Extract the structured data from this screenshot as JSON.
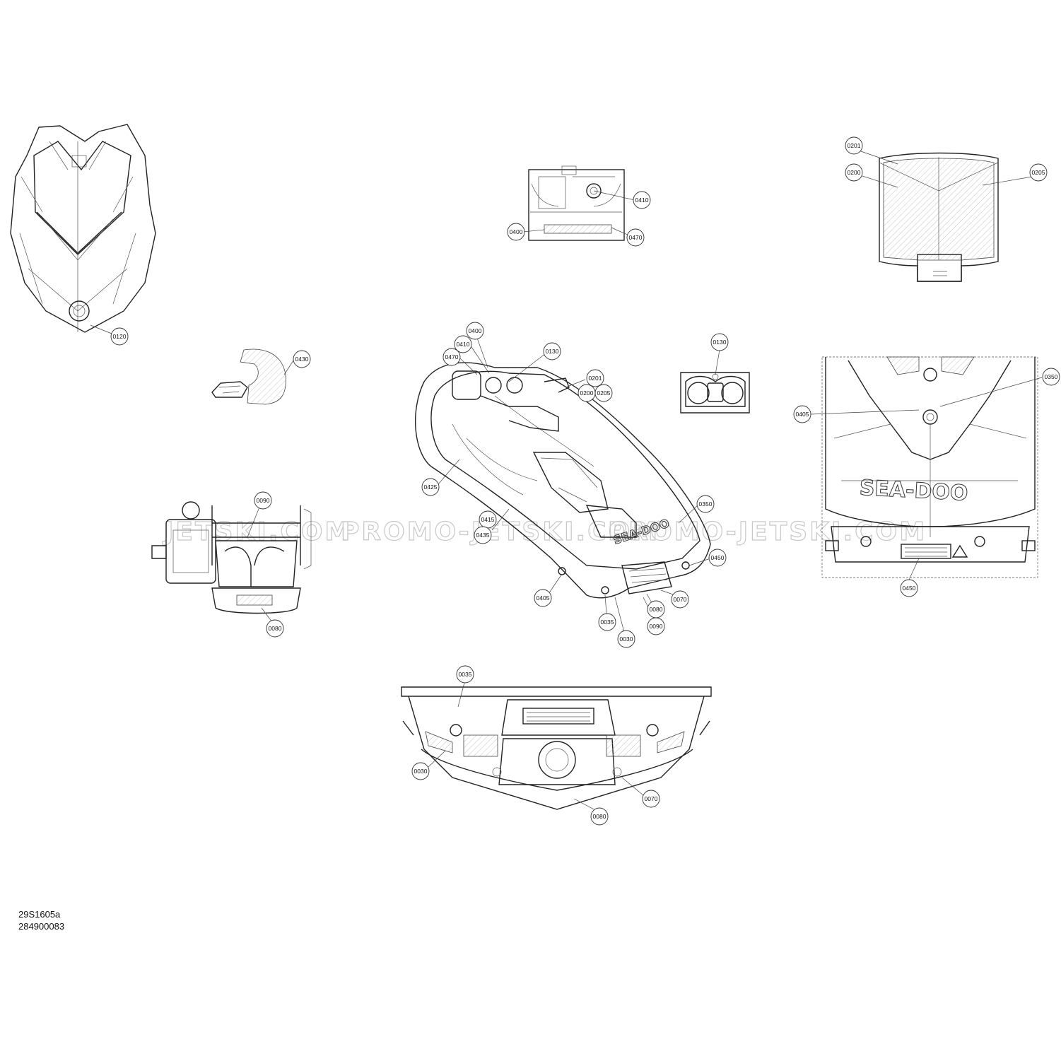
{
  "diagram": {
    "references": {
      "drawing_code": "29S1605a",
      "part_number": "284900083"
    },
    "watermark": {
      "left": "JETSKI.COM",
      "center": "PROMO-JETSKI.COM",
      "right": "PROMO-JETSKI.COM"
    },
    "hull_brand": "SEA-DOO",
    "callouts": {
      "hood_top": [
        "0120"
      ],
      "handle_part": [
        "0430"
      ],
      "pump_rear": [
        "0090",
        "0080"
      ],
      "storage_top": [
        "0410",
        "0400",
        "0470"
      ],
      "main_craft": [
        "0400",
        "0410",
        "0470",
        "0130",
        "0201",
        "0200",
        "0205",
        "0425",
        "0350",
        "0415",
        "0435",
        "0450",
        "0405",
        "0070",
        "0080",
        "0035",
        "0090",
        "0030"
      ],
      "gauge": [
        "0130"
      ],
      "seat_top": [
        "0201",
        "0200",
        "0205"
      ],
      "rear_deck": [
        "0350",
        "0405",
        "0450"
      ],
      "stern": [
        "0035",
        "0030",
        "0070",
        "0080"
      ]
    }
  }
}
